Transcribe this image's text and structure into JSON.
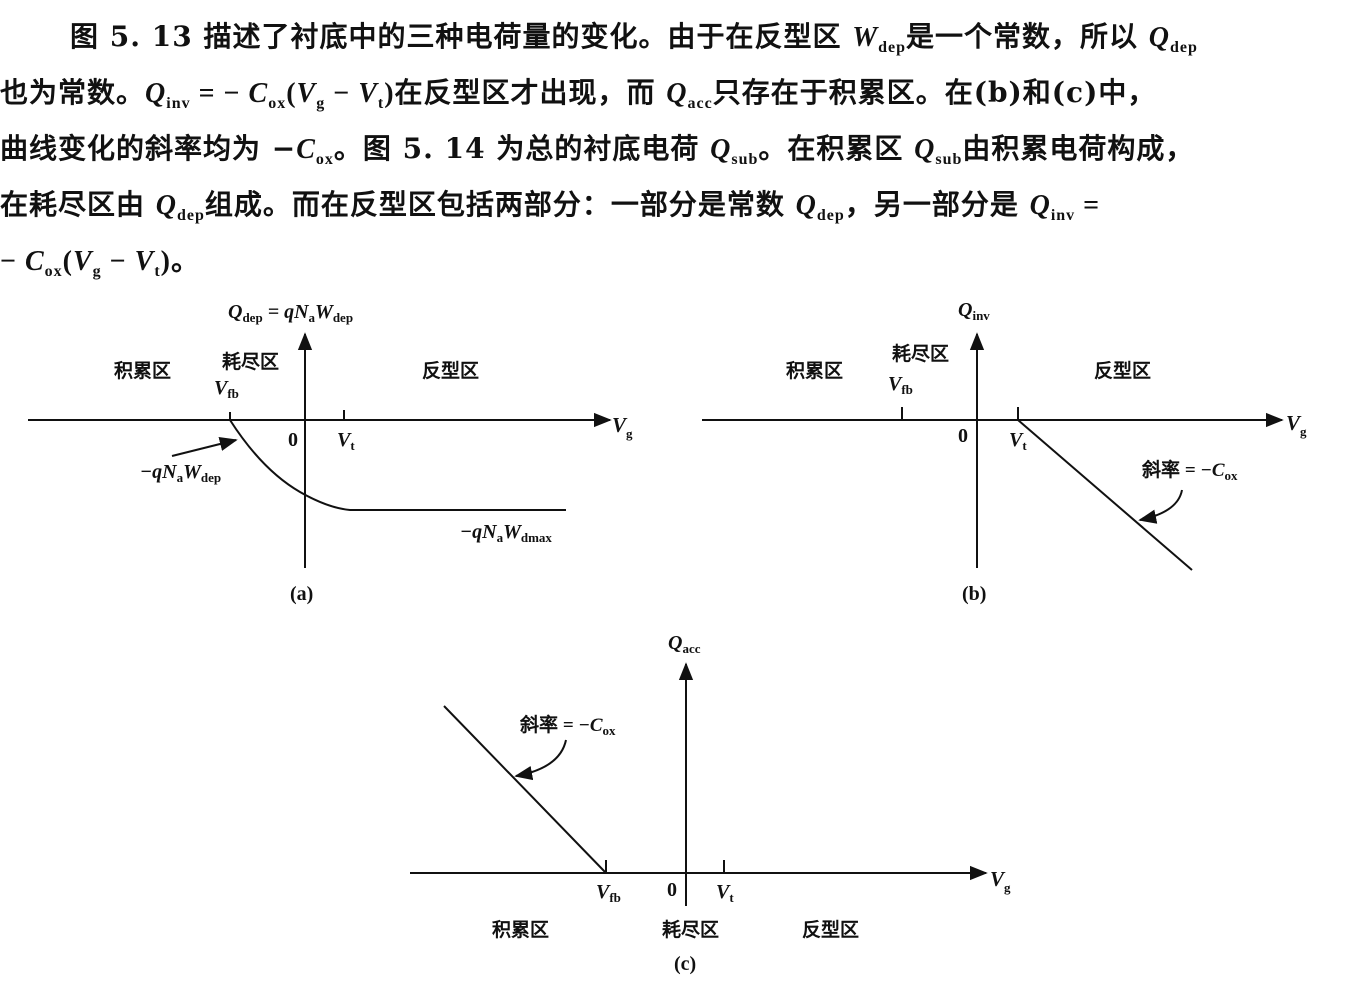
{
  "paragraph": {
    "l1_a": "图 5. 13 描述了衬底中的三种电荷量的变化。由于在反型区",
    "l1_W": "W",
    "l1_Wsub": "dep",
    "l1_b": "是一个常数，所以",
    "l1_Q": "Q",
    "l1_Qsub": "dep",
    "l2_a": "也为常数。",
    "l2_Q": "Q",
    "l2_Qsub": "inv",
    "l2_eq": " = − ",
    "l2_C": "C",
    "l2_Csub": "ox",
    "l2_op": "(",
    "l2_V": "V",
    "l2_Vsub": "g",
    "l2_mn": " − ",
    "l2_V2": "V",
    "l2_V2sub": "t",
    "l2_cp": ")",
    "l2_b": "在反型区才出现，而",
    "l2_Q2": "Q",
    "l2_Q2sub": "acc",
    "l2_c": "只存在于积累区。在(b)和(c)中，",
    "l3_a": "曲线变化的斜率均为 −",
    "l3_C": "C",
    "l3_Csub": "ox",
    "l3_b": "。图 5. 14 为总的衬底电荷",
    "l3_Q": "Q",
    "l3_Qsub": "sub",
    "l3_c": "。在积累区",
    "l3_Q2": "Q",
    "l3_Q2sub": "sub",
    "l3_d": "由积累电荷构成，",
    "l4_a": "在耗尽区由",
    "l4_Q": "Q",
    "l4_Qsub": "dep",
    "l4_b": "组成。而在反型区包括两部分：一部分是常数",
    "l4_Q2": "Q",
    "l4_Q2sub": "dep",
    "l4_c": "，另一部分是",
    "l4_Q3": "Q",
    "l4_Q3sub": "inv",
    "l4_d": " =",
    "l5_a": "− ",
    "l5_C": "C",
    "l5_Csub": "ox",
    "l5_op": "(",
    "l5_V": "V",
    "l5_Vsub": "g",
    "l5_mn": " − ",
    "l5_V2": "V",
    "l5_V2sub": "t",
    "l5_cp": ")。"
  },
  "figures": {
    "a": {
      "caption": "(a)",
      "ylabel_Q": "Q",
      "ylabel_Qsub": "dep",
      "ylabel_rhs": " = qN",
      "ylabel_Na_sub": "a",
      "ylabel_W": "W",
      "ylabel_Wsub": "dep",
      "region_acc": "积累区",
      "region_dep": "耗尽区",
      "region_inv": "反型区",
      "vfb": "V",
      "vfb_sub": "fb",
      "origin": "0",
      "vt": "V",
      "vt_sub": "t",
      "vg": "V",
      "vg_sub": "g",
      "curve_label": "−qN",
      "curve_label_sub1": "a",
      "curve_label_W": "W",
      "curve_label_sub2": "dep",
      "floor_label": "−qN",
      "floor_label_sub1": "a",
      "floor_label_W": "W",
      "floor_label_sub2": "dmax"
    },
    "b": {
      "caption": "(b)",
      "ylabel_Q": "Q",
      "ylabel_Qsub": "inv",
      "region_acc": "积累区",
      "region_dep": "耗尽区",
      "region_inv": "反型区",
      "vfb": "V",
      "vfb_sub": "fb",
      "origin": "0",
      "vt": "V",
      "vt_sub": "t",
      "vg": "V",
      "vg_sub": "g",
      "slope_label": "斜率",
      "slope_eq": " = −C",
      "slope_sub": "ox"
    },
    "c": {
      "caption": "(c)",
      "ylabel_Q": "Q",
      "ylabel_Qsub": "acc",
      "region_acc": "积累区",
      "region_dep": "耗尽区",
      "region_inv": "反型区",
      "vfb": "V",
      "vfb_sub": "fb",
      "origin": "0",
      "vt": "V",
      "vt_sub": "t",
      "vg": "V",
      "vg_sub": "g",
      "slope_label": "斜率",
      "slope_eq": " = −C",
      "slope_sub": "ox"
    }
  }
}
